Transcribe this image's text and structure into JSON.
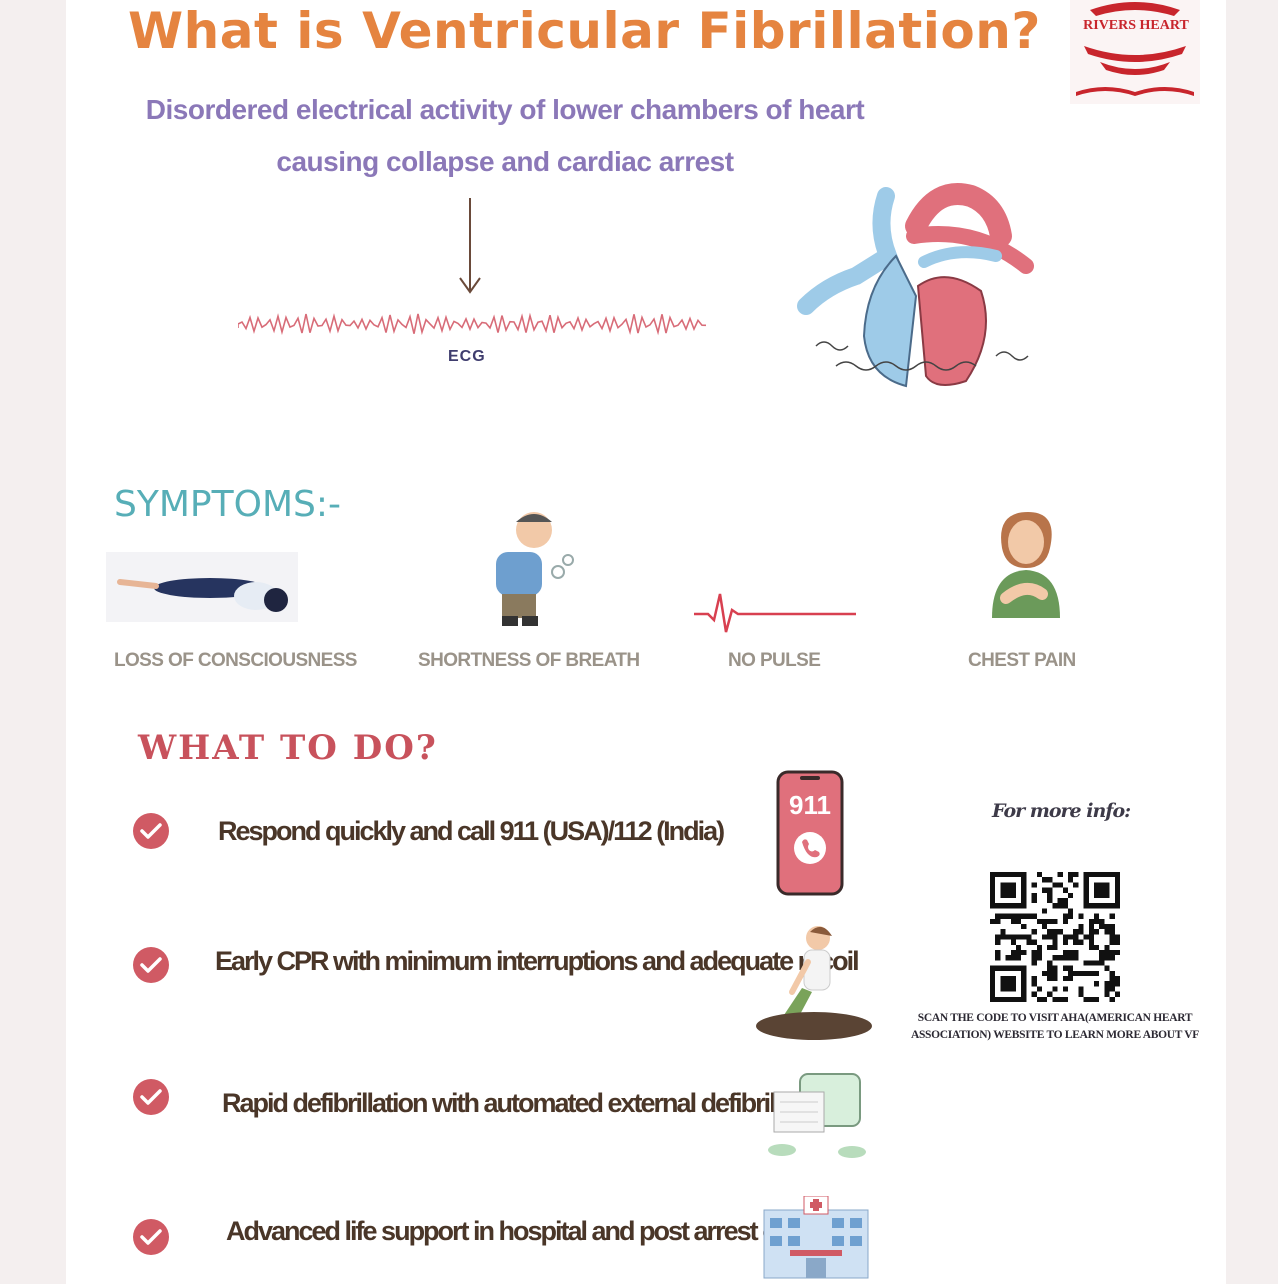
{
  "header": {
    "title": "What is Ventricular Fibrillation?",
    "subtitle": "Disordered electrical activity of lower chambers of heart causing collapse and cardiac arrest",
    "logo_text": "RIVERS HEART"
  },
  "definition": {
    "ecg_label": "ECG"
  },
  "symptoms": {
    "heading": "SYMPTOMS:-",
    "items": [
      {
        "label": "LOSS OF CONSCIOUSNESS",
        "icon": "unconscious-person-icon"
      },
      {
        "label": "SHORTNESS OF BREATH",
        "icon": "breathless-person-icon"
      },
      {
        "label": "NO PULSE",
        "icon": "flatline-pulse-icon"
      },
      {
        "label": "CHEST PAIN",
        "icon": "chest-pain-person-icon"
      }
    ]
  },
  "actions": {
    "heading": "WHAT TO DO?",
    "steps": [
      {
        "text": "Respond quickly and call 911 (USA)/112 (India)",
        "icon": "phone-911-icon"
      },
      {
        "text": "Early CPR with minimum interruptions and adequate recoil",
        "icon": "cpr-icon"
      },
      {
        "text": "Rapid defibrillation with automated external defibrillator",
        "icon": "defibrillator-icon"
      },
      {
        "text": "Advanced life support in hospital and post arrest care",
        "icon": "hospital-icon"
      }
    ],
    "phone_number": "911"
  },
  "info": {
    "more_info": "For more info:",
    "qr_caption": "SCAN THE CODE TO VISIT AHA(AMERICAN HEART ASSOCIATION) WEBSITE TO LEARN MORE ABOUT VF"
  },
  "colors": {
    "title": "#e58440",
    "subtitle": "#8b78b8",
    "symptoms_heading": "#57aeb7",
    "todo_heading": "#c8525c",
    "check": "#d05a64",
    "heart_red": "#e0707c",
    "heart_blue": "#9ecbe8"
  }
}
